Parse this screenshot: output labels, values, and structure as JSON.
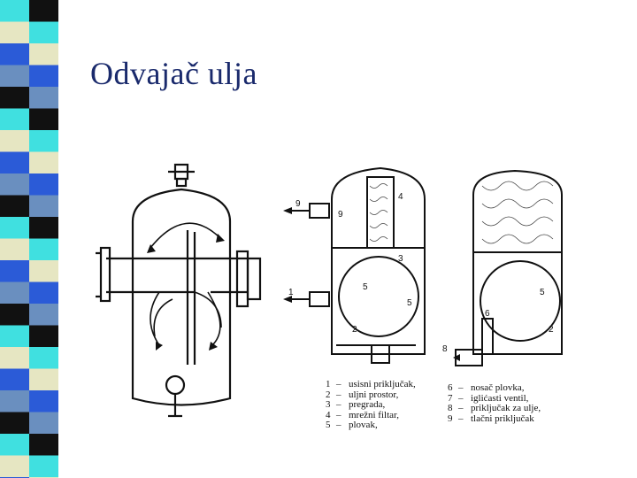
{
  "slide": {
    "title": "Odvajač ulja"
  },
  "stripe_colors": [
    "#40e0e0",
    "#2b5bd7",
    "#111111",
    "#e6e6c2",
    "#6a8fbf"
  ],
  "figure2": {
    "labels": [
      "9",
      "9",
      "4",
      "3",
      "1",
      "5",
      "2",
      "8",
      "5",
      "6",
      "2",
      "5"
    ]
  },
  "legend_left": [
    {
      "num": "1",
      "dash": "–",
      "text": "usisni priključak,"
    },
    {
      "num": "2",
      "dash": "–",
      "text": "uljni prostor,"
    },
    {
      "num": "3",
      "dash": "–",
      "text": "pregrada,"
    },
    {
      "num": "4",
      "dash": "–",
      "text": "mrežni filtar,"
    },
    {
      "num": "5",
      "dash": "–",
      "text": "plovak,"
    }
  ],
  "legend_right": [
    {
      "num": "6",
      "dash": "–",
      "text": "nosač plovka,"
    },
    {
      "num": "7",
      "dash": "–",
      "text": "iglićasti ventil,"
    },
    {
      "num": "8",
      "dash": "–",
      "text": "priključak za ulje,"
    },
    {
      "num": "9",
      "dash": "–",
      "text": "tlačni priključak"
    }
  ]
}
